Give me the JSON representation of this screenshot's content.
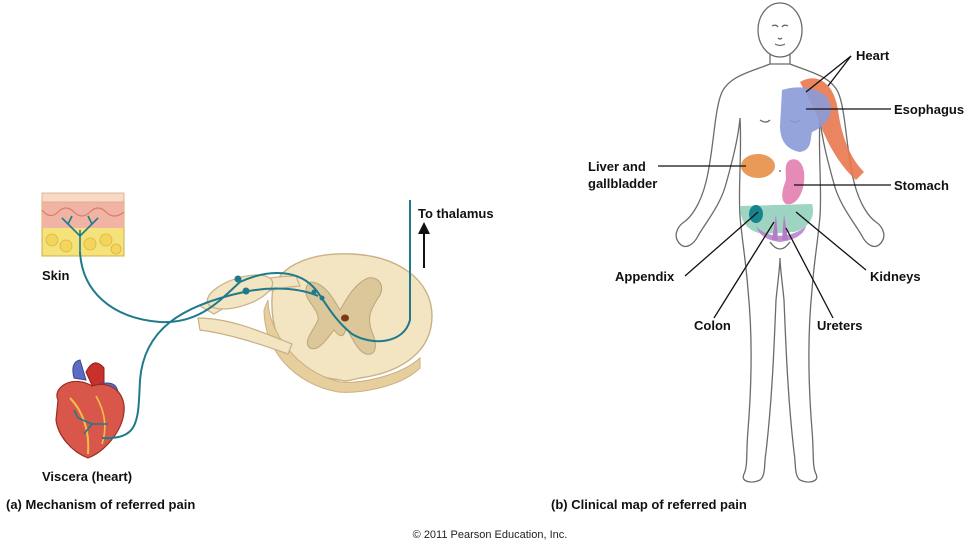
{
  "panel_a": {
    "labels": {
      "skin": "Skin",
      "viscera": "Viscera (heart)",
      "thalamus": "To thalamus"
    },
    "caption_letter": "(a)",
    "caption_text": "Mechanism of referred pain"
  },
  "panel_b": {
    "labels": {
      "heart": "Heart",
      "esophagus": "Esophagus",
      "liver_line1": "Liver and",
      "liver_line2": "gallbladder",
      "stomach": "Stomach",
      "appendix": "Appendix",
      "kidneys": "Kidneys",
      "colon": "Colon",
      "ureters": "Ureters"
    },
    "caption_letter": "(b)",
    "caption_text": "Clinical map of referred pain"
  },
  "copyright": "© 2011 Pearson Education, Inc.",
  "colors": {
    "nerve": "#1f7a8c",
    "spinal_cord": "#f3e4c2",
    "gray_matter": "#dcc79a",
    "heart_zone": "#e8784f",
    "esophagus_zone": "#8a9bd8",
    "liver_zone": "#e99a59",
    "stomach_zone": "#e68ab8",
    "appendix_zone": "#17838f",
    "kidney_zone": "#9ed4c2",
    "colon_zone": "#b47cc8"
  }
}
